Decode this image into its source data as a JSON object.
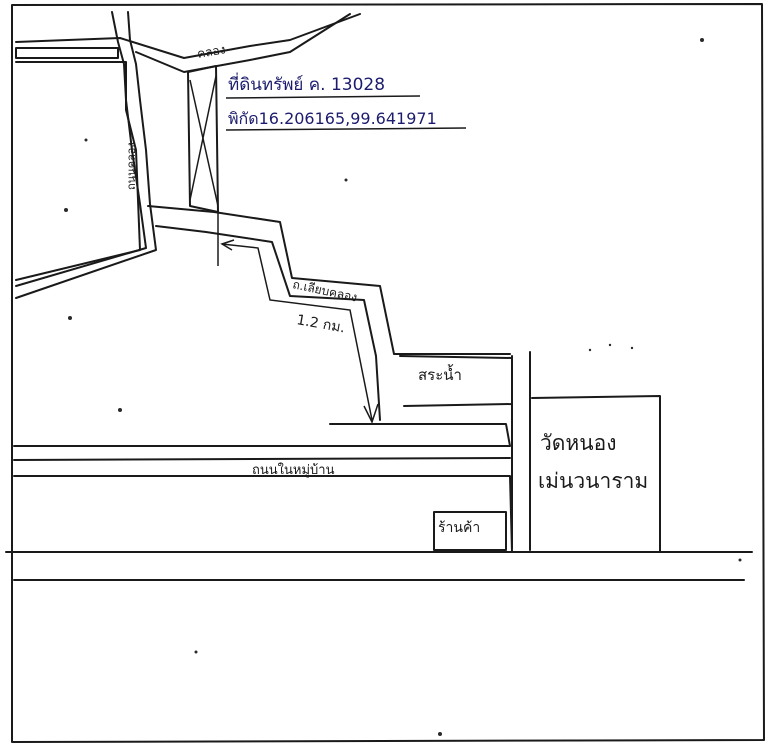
{
  "map": {
    "ink_color": "#1a1a1a",
    "annotation_color": "#1c1c6e",
    "labels": {
      "canal_top": "คลอง",
      "canal_left": "ถนนคลอง",
      "land_title": "ที่ดินทรัพย์ ค. 13028",
      "coordinates": "พิกัด16.206165,99.641971",
      "road_along_canal": "ถ.เลียบคลอง",
      "distance": "1.2 กม.",
      "pond": "สระน้ำ",
      "temple_line1": "วัดหนอง",
      "temple_line2": "เม่นวนาราม",
      "village_road": "ถนนในหมู่บ้าน",
      "shop": "ร้านค้า"
    }
  }
}
